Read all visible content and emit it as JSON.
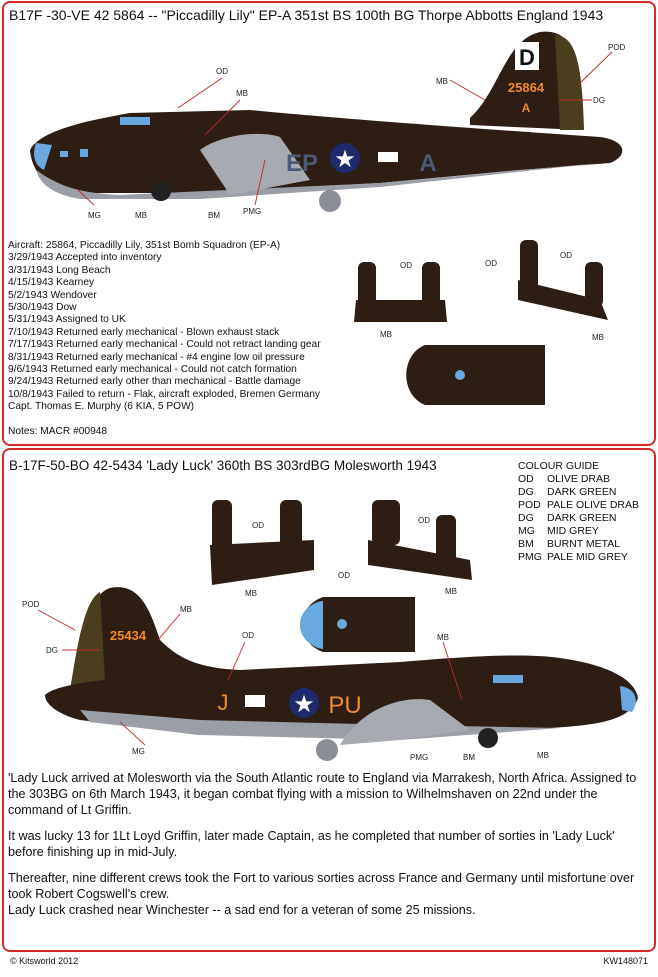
{
  "aircraft1": {
    "title": "B17F -30-VE 42 5864 -- \"Piccadilly Lily\" EP-A 351st BS 100th BG Thorpe Abbotts England 1943",
    "tail_letter": "D",
    "serial": "25864",
    "tail_code": "A",
    "fuselage_code_left": "EP",
    "fuselage_code_right": "A",
    "callouts": {
      "od": "OD",
      "mb": "MB",
      "pod": "POD",
      "dg": "DG",
      "mg": "MG",
      "bm": "BM",
      "pmg": "PMG"
    },
    "history": [
      "Aircraft: 25864, Piccadilly Lily, 351st Bomb Squadron (EP-A)",
      "3/29/1943 Accepted into inventory",
      "3/31/1943 Long Beach",
      "4/15/1943 Kearney",
      "5/2/1943 Wendover",
      "5/30/1943 Dow",
      "5/31/1943 Assigned to UK",
      "7/10/1943 Returned early mechanical - Blown exhaust stack",
      "7/17/1943 Returned early mechanical - Could not retract landing gear",
      "8/31/1943 Returned early mechanical - #4 engine low oil pressure",
      "9/6/1943 Returned early mechanical - Could not catch formation",
      "9/24/1943 Returned early other than mechanical - Battle damage",
      "10/8/1943 Failed to return - Flak, aircraft exploded, Bremen Germany",
      "Capt. Thomas E. Murphy (6 KIA, 5 POW)"
    ],
    "notes": "Notes: MACR #00948"
  },
  "aircraft2": {
    "title": "B-17F-50-BO 42-5434 'Lady Luck' 360th BS 303rdBG  Molesworth 1943",
    "serial": "25434",
    "fuselage_code_left": "J",
    "fuselage_code_right": "PU",
    "callouts": {
      "od": "OD",
      "mb": "MB",
      "pod": "POD",
      "dg": "DG",
      "mg": "MG",
      "bm": "BM",
      "pmg": "PMG"
    }
  },
  "colour_guide": {
    "title": "COLOUR GUIDE",
    "items": [
      {
        "code": "OD",
        "name": "OLIVE DRAB"
      },
      {
        "code": "DG",
        "name": "DARK GREEN"
      },
      {
        "code": "POD",
        "name": "PALE OLIVE DRAB"
      },
      {
        "code": "DG",
        "name": "DARK GREEN"
      },
      {
        "code": "MG",
        "name": "MID GREY"
      },
      {
        "code": "BM",
        "name": "BURNT METAL"
      },
      {
        "code": "PMG",
        "name": "PALE MID GREY"
      }
    ]
  },
  "story": [
    "'Lady Luck arrived at Molesworth via the South Atlantic route to England via Marrakesh, North Africa. Assigned to the 303BG on 6th March 1943, it began combat flying with a mission to Wilhelmshaven on 22nd under the command of Lt Griffin.",
    "It was lucky 13 for 1Lt Loyd Griffin, later made Captain, as he completed that number of sorties in 'Lady Luck' before finishing up in mid-July.",
    "Thereafter, nine different crews took the Fort to various sorties across France and Germany until misfortune over took Robert Cogswell's crew.",
    "Lady Luck crashed near Winchester -- a sad end for a veteran of some 25 missions."
  ],
  "footer": {
    "copyright": "© Kitsworld 2012",
    "code": "KW148071"
  },
  "colors": {
    "olive_drab": "#2e1d12",
    "pod": "#4a3e1e",
    "grey": "#9a9ea6",
    "blue": "#6aa8e0",
    "orange": "#f08a2a",
    "border": "#d42a2a"
  }
}
